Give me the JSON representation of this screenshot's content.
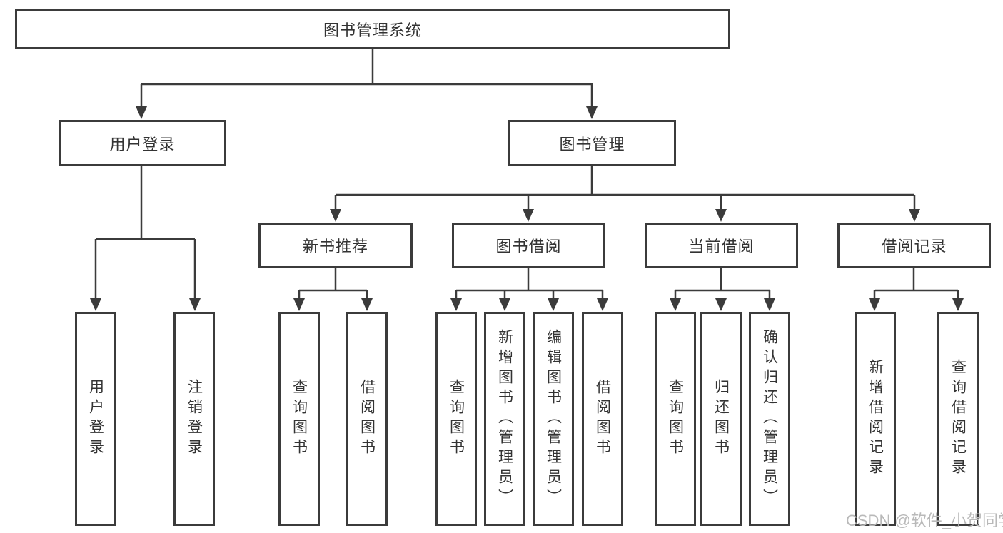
{
  "tree": {
    "root": {
      "label": "图书管理系统"
    },
    "children": [
      {
        "label": "用户登录",
        "children": [
          {
            "label": "用户登录"
          },
          {
            "label": "注销登录"
          }
        ]
      },
      {
        "label": "图书管理",
        "children": [
          {
            "label": "新书推荐",
            "children": [
              {
                "label": "查询图书"
              },
              {
                "label": "借阅图书"
              }
            ]
          },
          {
            "label": "图书借阅",
            "children": [
              {
                "label": "查询图书"
              },
              {
                "label": "新增图书（管理员）"
              },
              {
                "label": "编辑图书（管理员）"
              },
              {
                "label": "借阅图书"
              }
            ]
          },
          {
            "label": "当前借阅",
            "children": [
              {
                "label": "查询图书"
              },
              {
                "label": "归还图书"
              },
              {
                "label": "确认归还（管理员）"
              }
            ]
          },
          {
            "label": "借阅记录",
            "children": [
              {
                "label": "新增借阅记录"
              },
              {
                "label": "查询借阅记录"
              }
            ]
          }
        ]
      }
    ]
  },
  "watermark": {
    "text": "CSDN @软件_小贺同学"
  },
  "colors": {
    "line": "#3b3b3b",
    "text": "#333333",
    "background": "#ffffff",
    "watermark": "#b9b9b9"
  }
}
